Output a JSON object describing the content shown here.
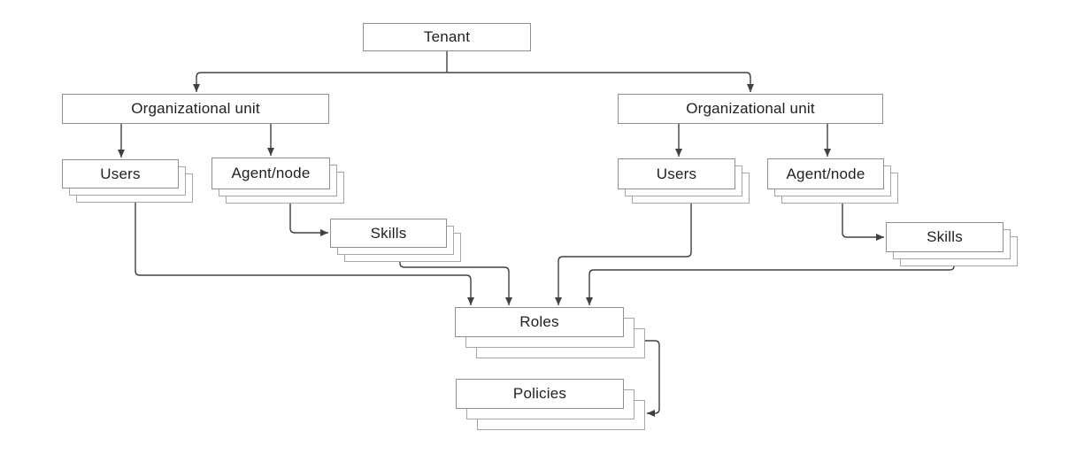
{
  "diagram": {
    "type": "hierarchy-diagram",
    "nodes": [
      {
        "id": "tenant",
        "label": "Tenant",
        "stacked": false
      },
      {
        "id": "ou-left",
        "label": "Organizational unit",
        "stacked": false
      },
      {
        "id": "users-left",
        "label": "Users",
        "stacked": true
      },
      {
        "id": "agent-left",
        "label": "Agent/node",
        "stacked": true
      },
      {
        "id": "skills-left",
        "label": "Skills",
        "stacked": true
      },
      {
        "id": "ou-right",
        "label": "Organizational unit",
        "stacked": false
      },
      {
        "id": "users-right",
        "label": "Users",
        "stacked": true
      },
      {
        "id": "agent-right",
        "label": "Agent/node",
        "stacked": true
      },
      {
        "id": "skills-right",
        "label": "Skills",
        "stacked": true
      },
      {
        "id": "roles",
        "label": "Roles",
        "stacked": true
      },
      {
        "id": "policies",
        "label": "Policies",
        "stacked": true
      }
    ],
    "edges": [
      {
        "from": "tenant",
        "to": "ou-left"
      },
      {
        "from": "tenant",
        "to": "ou-right"
      },
      {
        "from": "ou-left",
        "to": "users-left"
      },
      {
        "from": "ou-left",
        "to": "agent-left"
      },
      {
        "from": "agent-left",
        "to": "skills-left"
      },
      {
        "from": "users-left",
        "to": "roles"
      },
      {
        "from": "skills-left",
        "to": "roles"
      },
      {
        "from": "ou-right",
        "to": "users-right"
      },
      {
        "from": "ou-right",
        "to": "agent-right"
      },
      {
        "from": "agent-right",
        "to": "skills-right"
      },
      {
        "from": "users-right",
        "to": "roles"
      },
      {
        "from": "skills-right",
        "to": "roles"
      },
      {
        "from": "roles",
        "to": "policies"
      }
    ],
    "colors": {
      "box_border": "#8f8f8f",
      "stack_border": "#a6a6a6",
      "box_fill": "#ffffff",
      "connector": "#404040",
      "text": "#1f1f1f",
      "background": "#ffffff"
    }
  }
}
